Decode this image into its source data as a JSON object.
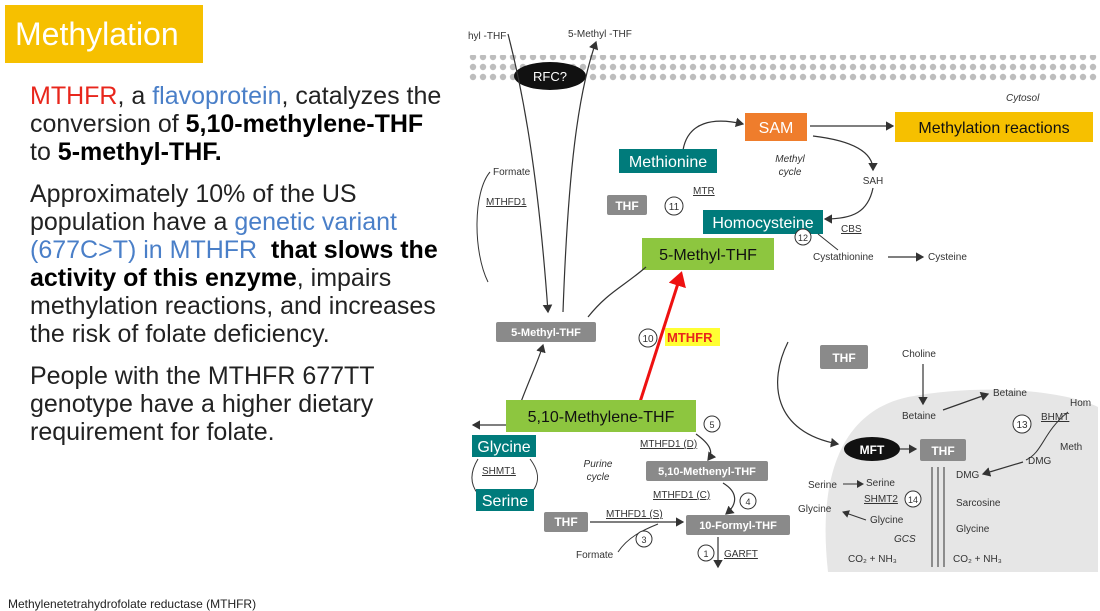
{
  "slide": {
    "title": "Methylation",
    "paragraphs": {
      "p1": {
        "mthfr": "MTHFR",
        "sep1": ", a ",
        "flavo": "flavoprotein",
        "sep2": ", catalyzes the conversion of ",
        "substrate": "5,10-methylene-THF",
        "to": " to ",
        "product": "5-methyl-THF."
      },
      "p2": {
        "start": "Approximately 10% of the US population have a ",
        "variant": "genetic variant (677C>T) in MTHFR",
        "slows": "that slows the activity of this enzyme",
        "rest": ", impairs methylation reactions, and increases the risk of folate deficiency."
      },
      "p3": "People with the MTHFR 677TT genotype have a higher dietary requirement for folate."
    },
    "footnote": "Methylenetetrahydrofolate reductase (MTHFR)"
  },
  "diagram": {
    "top_left": "hyl -THF",
    "top_center": "5-Methyl -THF",
    "rfc": "RFC?",
    "cytosol": "Cytosol",
    "sam": "SAM",
    "methylation_reactions": "Methylation reactions",
    "methionine": "Methionine",
    "methyl_cycle": [
      "Methyl",
      "cycle"
    ],
    "sah": "SAH",
    "formate": "Formate",
    "mthfd1": "MTHFD1",
    "mtr": "MTR",
    "thf": "THF",
    "n11": "11",
    "homocysteine": "Homocysteine",
    "cbs": "CBS",
    "n12": "12",
    "methyl_thf_green": "5-Methyl-THF",
    "cystathionine": "Cystathionine",
    "cysteine": "Cysteine",
    "methyl_thf_gray": "5-Methyl-THF",
    "n10": "10",
    "mthfr_label": "MTHFR",
    "thf_right": "THF",
    "choline": "Choline",
    "betaine_top": "Betaine",
    "betaine_inner": "Betaine",
    "homo_cut": "Hom",
    "bhmt": "BHMT",
    "n13": "13",
    "meth_cut": "Meth",
    "methylene_thf": "5,10-Methylene-THF",
    "n5": "5",
    "glycine_box": "Glycine",
    "shmt1": "SHMT1",
    "serine_box": "Serine",
    "purine_cycle": [
      "Purine",
      "cycle"
    ],
    "mthfd1_d": "MTHFD1 (D)",
    "methenyl_thf": "5,10-Methenyl-THF",
    "mthfd1_c": "MTHFD1 (C)",
    "n4": "4",
    "mthfd1_s": "MTHFD1 (S)",
    "thf_bottom": "THF",
    "formyl_thf": "10-Formyl-THF",
    "n3": "3",
    "formate_bottom": "Formate",
    "n1": "1",
    "garft": "GARFT",
    "mft": "MFT",
    "thf_mito": "THF",
    "dmg_right": "DMG",
    "dmg_inner": "DMG",
    "serine_left": "Serine",
    "serine_inner": "Serine",
    "shmt2": "SHMT2",
    "n14": "14",
    "sarcosine": "Sarcosine",
    "glycine_left": "Glycine",
    "glycine_inner": "Glycine",
    "glycine_right": "Glycine",
    "gcs": "GCS",
    "co2_left": "CO₂ + NH₃",
    "co2_right": "CO₂ + NH₃"
  },
  "colors": {
    "title_bg": "#f6c000",
    "red_text": "#e8261c",
    "blue_text": "#4a7fc8",
    "teal_box": "#007b7b",
    "green_box": "#8dc63f",
    "orange_box": "#ef7d2c",
    "yellow_box": "#f6c000",
    "gray_box": "#8a8a8a",
    "red_arrow": "#ee1111"
  }
}
